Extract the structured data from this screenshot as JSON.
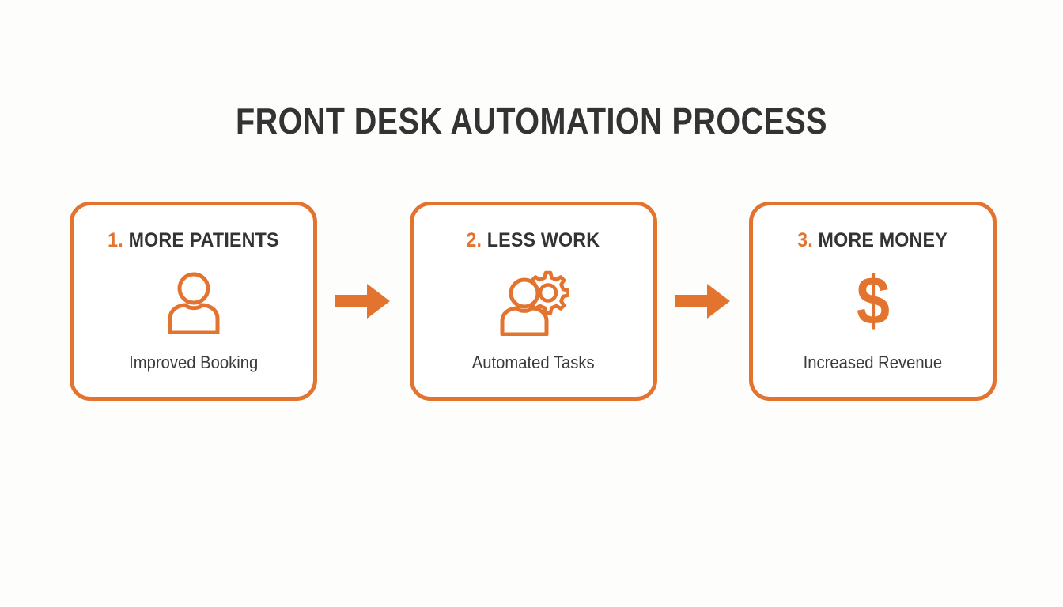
{
  "title": "FRONT DESK AUTOMATION PROCESS",
  "theme": {
    "accent": "#e3742f",
    "text_dark": "#333333",
    "caption": "#3a3a3a",
    "background": "#fdfdfc",
    "card_fill": "#ffffff"
  },
  "steps": [
    {
      "number": "1.",
      "heading": "MORE PATIENTS",
      "icon": "person-icon",
      "caption": "Improved Booking"
    },
    {
      "number": "2.",
      "heading": "LESS WORK",
      "icon": "person-gear-icon",
      "caption": "Automated Tasks"
    },
    {
      "number": "3.",
      "heading": "MORE MONEY",
      "icon": "dollar-sign-icon",
      "caption": "Increased Revenue",
      "glyph": "$"
    }
  ],
  "connectors": [
    {
      "icon": "arrow-right-icon"
    },
    {
      "icon": "arrow-right-icon"
    }
  ]
}
